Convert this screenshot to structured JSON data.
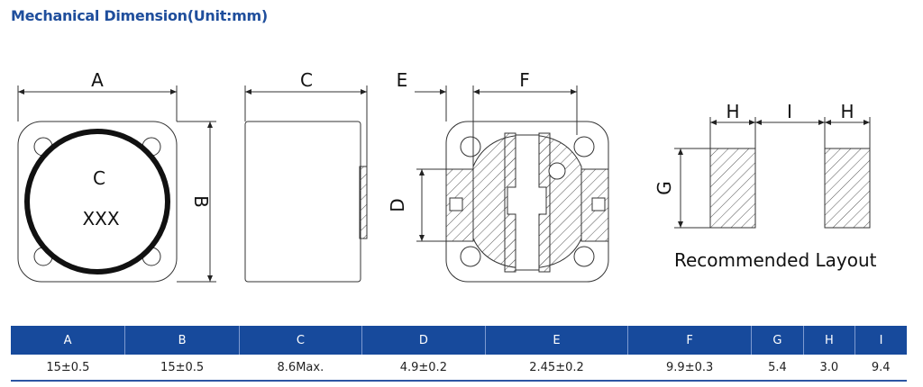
{
  "title": "Mechanical Dimension(Unit:mm)",
  "drawing": {
    "marking_line1": "C",
    "marking_line2": "XXX",
    "labels": {
      "A": "A",
      "B": "B",
      "C": "C",
      "D": "D",
      "E": "E",
      "F": "F",
      "G": "G",
      "H": "H",
      "I": "I"
    },
    "layout_caption": "Recommended Layout"
  },
  "table": {
    "headers": [
      "A",
      "B",
      "C",
      "D",
      "E",
      "F",
      "G",
      "H",
      "I"
    ],
    "values": [
      "15±0.5",
      "15±0.5",
      "8.6Max.",
      "4.9±0.2",
      "2.45±0.2",
      "9.9±0.3",
      "5.4",
      "3.0",
      "9.4"
    ]
  },
  "colors": {
    "header_bg": "#174a9c",
    "title": "#1f4e9c"
  }
}
